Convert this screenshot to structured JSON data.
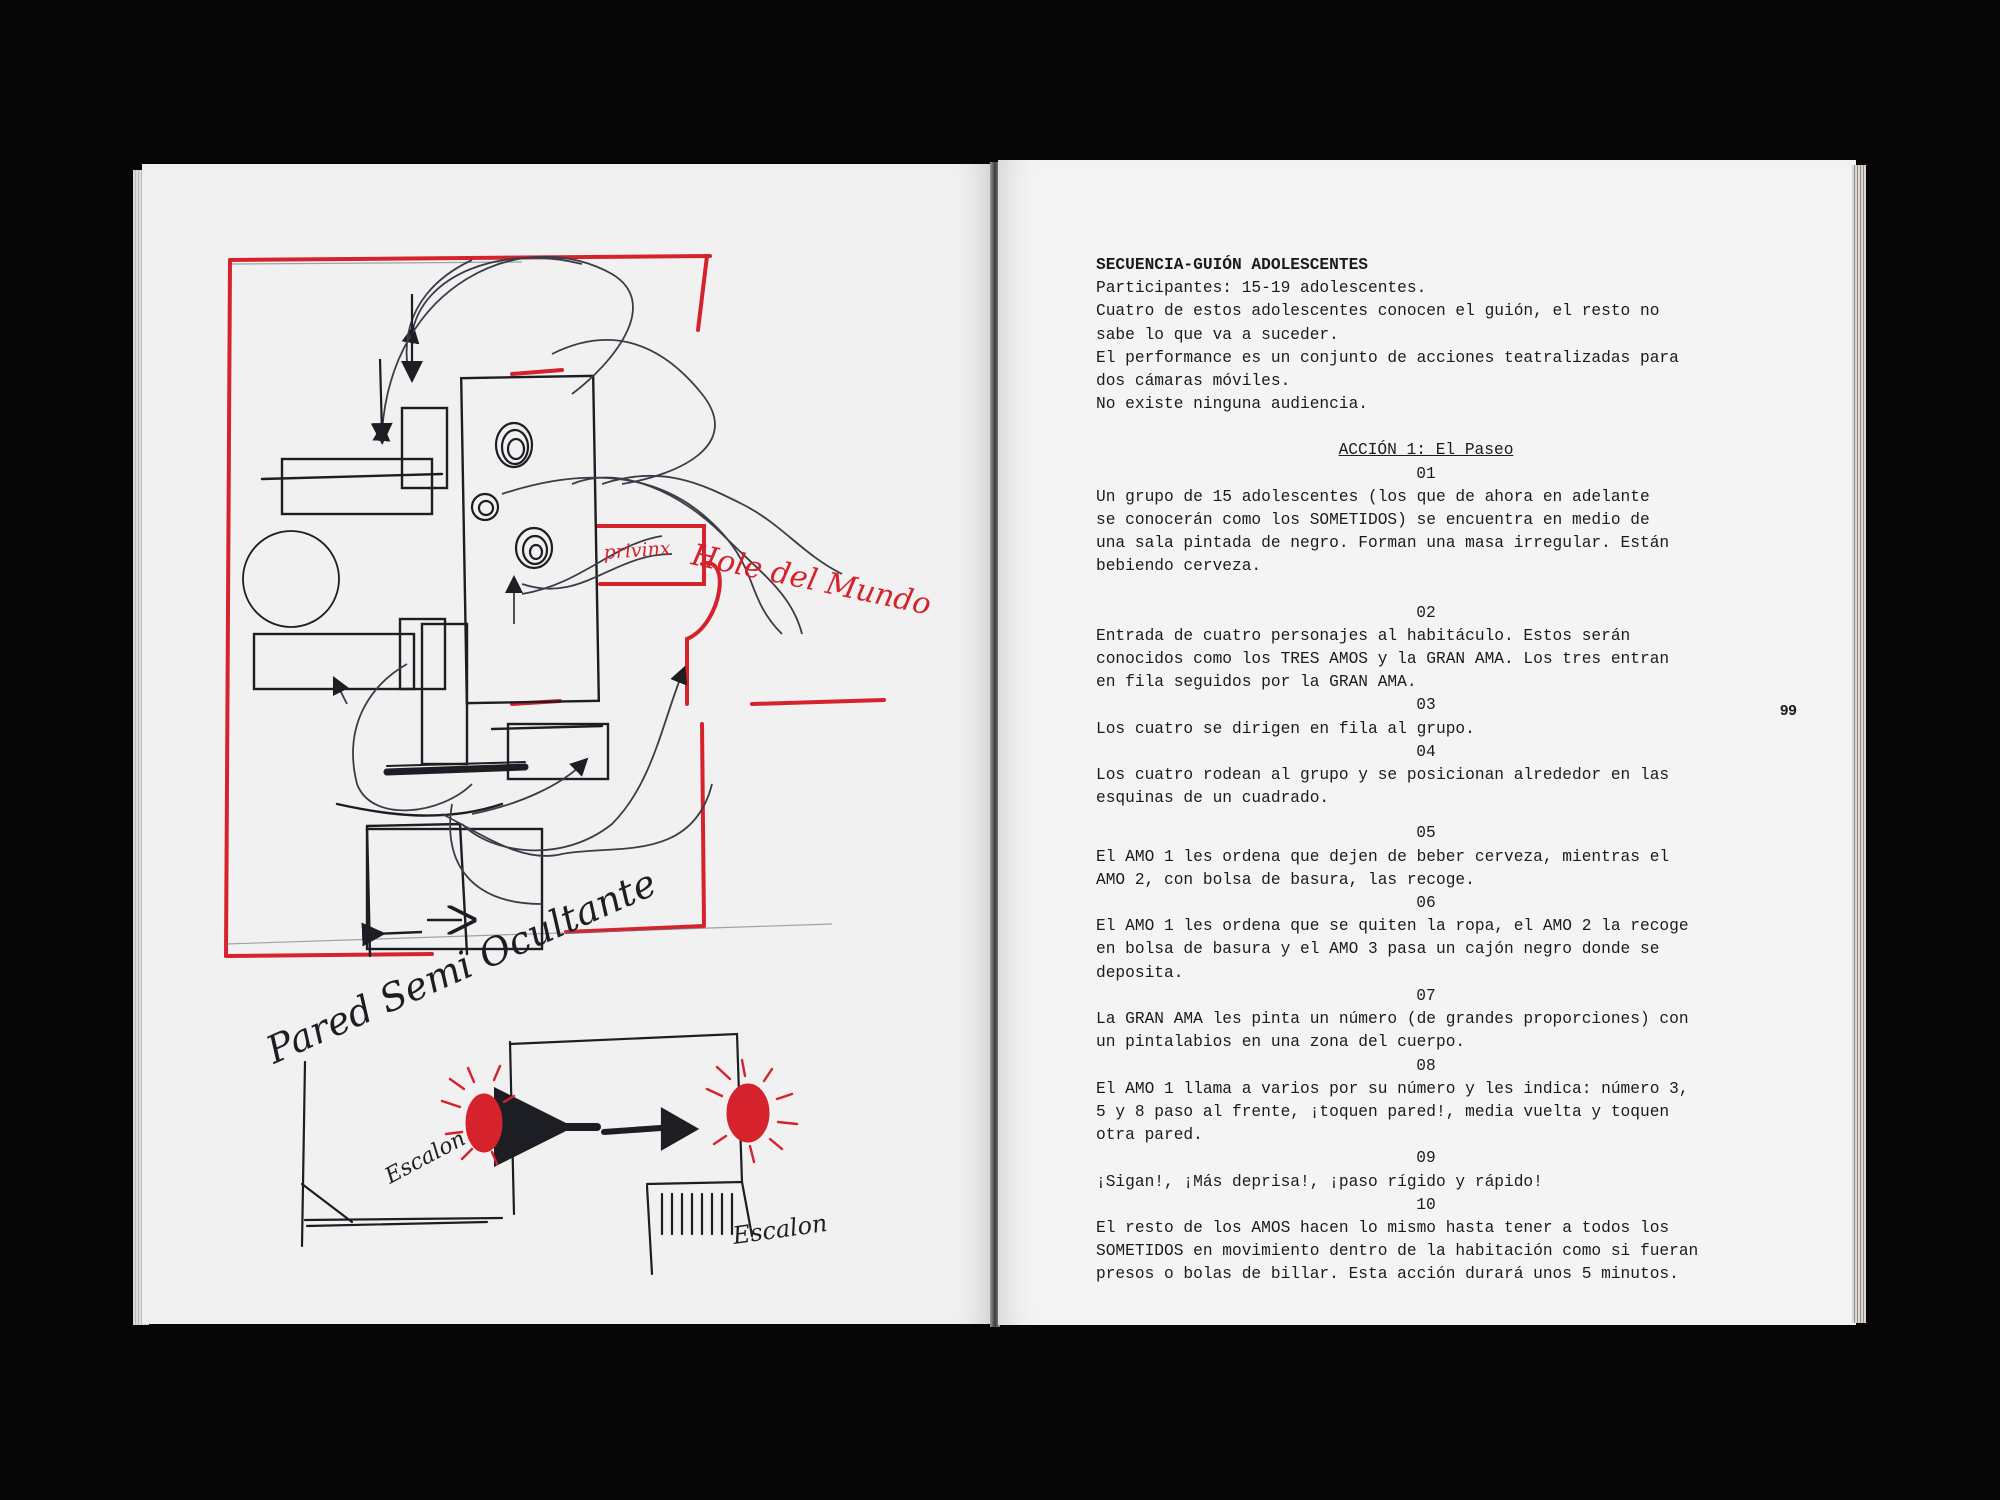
{
  "script": {
    "title": "SECUENCIA-GUIÓN ADOLESCENTES",
    "intro": [
      "Participantes: 15-19 adolescentes.",
      "Cuatro de estos adolescentes conocen el guión, el resto no\nsabe lo que va a suceder.",
      "El performance es un conjunto de acciones teatralizadas para\ndos cámaras móviles.",
      "No existe ninguna audiencia."
    ],
    "action_heading": "ACCIÓN 1: El Paseo",
    "steps": [
      {
        "number": "01",
        "text": "Un grupo de 15 adolescentes (los que de ahora en adelante\nse conocerán como los SOMETIDOS) se encuentra en medio de\nuna sala pintada de negro. Forman una masa irregular. Están\nbebiendo cerveza."
      },
      {
        "number": "02",
        "text": "Entrada de cuatro personajes al habitáculo. Estos serán\nconocidos como los TRES AMOS y la GRAN AMA. Los tres entran\nen fila seguidos por la GRAN AMA."
      },
      {
        "number": "03",
        "text": "Los cuatro se dirigen en fila al grupo."
      },
      {
        "number": "04",
        "text": "Los cuatro rodean al grupo y se posicionan alrededor en las\nesquinas de un cuadrado."
      },
      {
        "number": "05",
        "text": "El AMO 1 les ordena que dejen de beber cerveza, mientras el\nAMO 2, con bolsa de basura, las recoge."
      },
      {
        "number": "06",
        "text": "El AMO 1 les ordena que se quiten la ropa, el AMO 2 la recoge\nen bolsa de basura y el AMO 3 pasa un cajón negro donde se\ndeposita."
      },
      {
        "number": "07",
        "text": "La GRAN AMA les pinta un número (de grandes proporciones) con\nun pintalabios en una zona del cuerpo."
      },
      {
        "number": "08",
        "text": "El AMO 1 llama a varios por su número y les indica: número 3,\n5 y 8 paso al frente, ¡toquen pared!, media vuelta y toquen\notra pared."
      },
      {
        "number": "09",
        "text": "¡Sigan!, ¡Más deprisa!, ¡paso rígido y rápido!"
      },
      {
        "number": "10",
        "text": "El resto de los AMOS hacen lo mismo hasta tener a todos los\nSOMETIDOS en movimiento dentro de la habitación como si fueran\npresos o bolas de billar. Esta acción durará unos 5 minutos."
      }
    ]
  },
  "page_number": "99",
  "sketch": {
    "label_red_box": "privinx",
    "label_red_note": "Hole del Mundo",
    "label_wall": "Pared Semi Ocultante",
    "label_step_left": "Escalon",
    "label_step_right": "Escalon"
  },
  "colors": {
    "red_ink": "#d6222c",
    "black_ink": "#1d1d24",
    "pencil": "#4a4a55"
  }
}
